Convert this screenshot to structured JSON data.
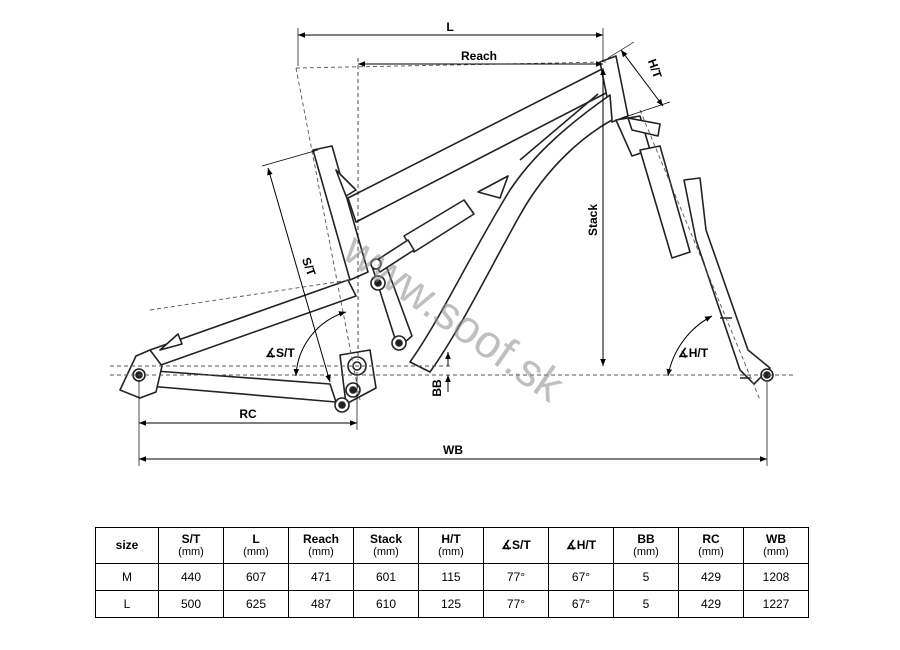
{
  "labels": {
    "L": "L",
    "Reach": "Reach",
    "HT": "H/T",
    "Stack": "Stack",
    "ST": "S/T",
    "angle_ST": "∡S/T",
    "angle_HT": "∡H/T",
    "BB": "BB",
    "RC": "RC",
    "WB": "WB"
  },
  "watermark": "www.soof.sk",
  "table": {
    "columns": [
      {
        "label": "size",
        "unit": ""
      },
      {
        "label": "S/T",
        "unit": "(mm)"
      },
      {
        "label": "L",
        "unit": "(mm)"
      },
      {
        "label": "Reach",
        "unit": "(mm)"
      },
      {
        "label": "Stack",
        "unit": "(mm)"
      },
      {
        "label": "H/T",
        "unit": "(mm)"
      },
      {
        "label": "∡S/T",
        "unit": ""
      },
      {
        "label": "∡H/T",
        "unit": ""
      },
      {
        "label": "BB",
        "unit": "(mm)"
      },
      {
        "label": "RC",
        "unit": "(mm)"
      },
      {
        "label": "WB",
        "unit": "(mm)"
      }
    ],
    "rows": [
      [
        "M",
        "440",
        "607",
        "471",
        "601",
        "115",
        "77°",
        "67°",
        "5",
        "429",
        "1208"
      ],
      [
        "L",
        "500",
        "625",
        "487",
        "610",
        "125",
        "77°",
        "67°",
        "5",
        "429",
        "1227"
      ]
    ]
  }
}
